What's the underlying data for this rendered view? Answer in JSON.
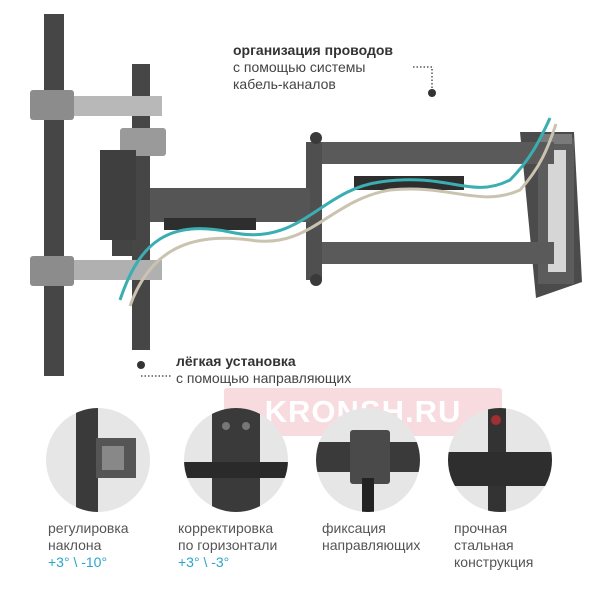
{
  "callouts": {
    "top": {
      "title": "организация проводов",
      "line1": "с помощью системы",
      "line2": "кабель-каналов"
    },
    "middle": {
      "title": "лёгкая установка",
      "line1": "с помощью направляющих"
    }
  },
  "watermark": "KRONSH.RU",
  "features": [
    {
      "line1": "регулировка",
      "line2": "наклона",
      "value": "+3° \\ -10°"
    },
    {
      "line1": "корректировка",
      "line2": "по горизонтали",
      "value": "+3° \\ -3°"
    },
    {
      "line1": "фиксация",
      "line2": "направляющих",
      "value": ""
    },
    {
      "line1": "прочная",
      "line2": "стальная",
      "line3": "конструкция"
    }
  ],
  "colors": {
    "accent": "#2aa5c8",
    "metal": "#4a4a4a",
    "cable": "#3aaeb0",
    "circle": "#e6e6e6"
  }
}
